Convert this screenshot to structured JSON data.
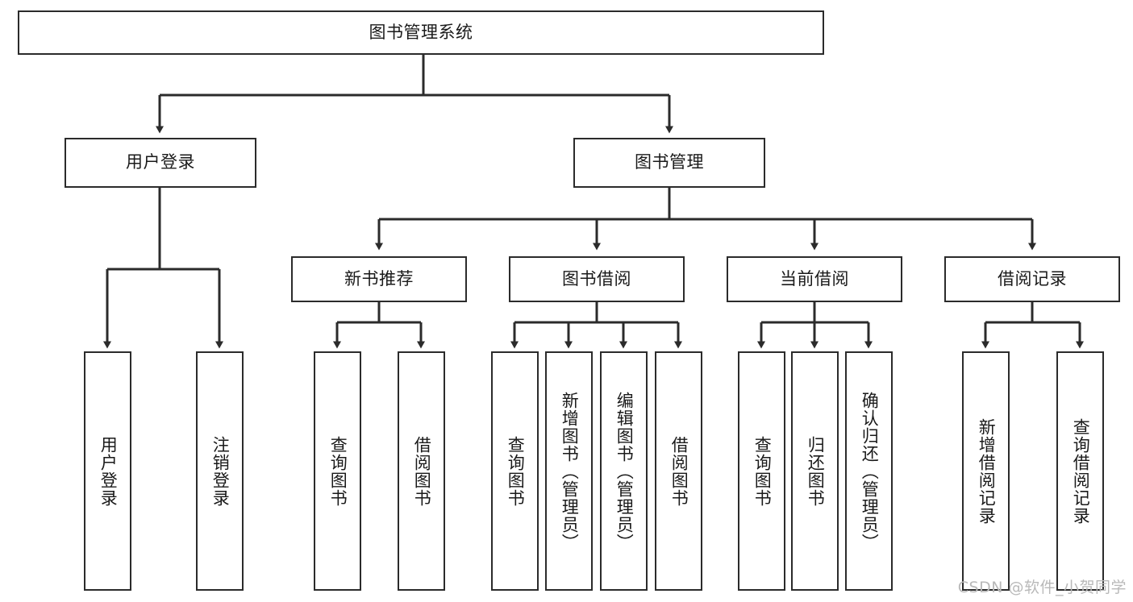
{
  "diagram": {
    "type": "tree",
    "title": "图书管理系统",
    "watermark": "CSDN @软件_小贺同学",
    "colors": {
      "stroke": "#2b2b2b",
      "fill": "#ffffff",
      "text": "#1a1a1a",
      "watermark": "#b9b9b9"
    },
    "root": {
      "label": "图书管理系统"
    },
    "level2": [
      {
        "label": "用户登录"
      },
      {
        "label": "图书管理"
      }
    ],
    "level3": [
      {
        "label": "新书推荐"
      },
      {
        "label": "图书借阅"
      },
      {
        "label": "当前借阅"
      },
      {
        "label": "借阅记录"
      }
    ],
    "leaves": {
      "user_login": [
        {
          "label": "用户登录"
        },
        {
          "label": "注销登录"
        }
      ],
      "new_book": [
        {
          "label": "查询图书"
        },
        {
          "label": "借阅图书"
        }
      ],
      "borrow_book": [
        {
          "label": "查询图书"
        },
        {
          "label": "新增图书（管理员）"
        },
        {
          "label": "编辑图书（管理员）"
        },
        {
          "label": "借阅图书"
        }
      ],
      "current_borrow": [
        {
          "label": "查询图书"
        },
        {
          "label": "归还图书"
        },
        {
          "label": "确认归还（管理员）"
        }
      ],
      "borrow_record": [
        {
          "label": "新增借阅记录"
        },
        {
          "label": "查询借阅记录"
        }
      ]
    }
  }
}
